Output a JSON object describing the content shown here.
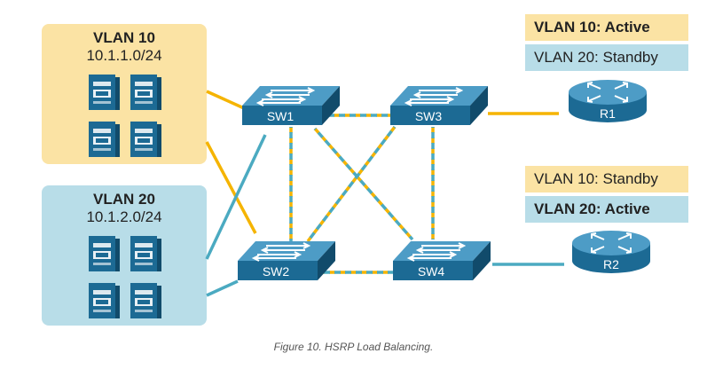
{
  "vlan10": {
    "title": "VLAN 10",
    "subnet": "10.1.1.0/24"
  },
  "vlan20": {
    "title": "VLAN 20",
    "subnet": "10.1.2.0/24"
  },
  "switches": {
    "sw1": "SW1",
    "sw2": "SW2",
    "sw3": "SW3",
    "sw4": "SW4"
  },
  "routers": {
    "r1": "R1",
    "r2": "R2"
  },
  "r1_status": {
    "vlan10": "VLAN 10: Active",
    "vlan20": "VLAN 20: Standby"
  },
  "r2_status": {
    "vlan10": "VLAN 10: Standby",
    "vlan20": "VLAN 20: Active"
  },
  "caption": "Figure 10. HSRP Load Balancing.",
  "colors": {
    "vlan10": "#fbe3a4",
    "vlan20": "#b8dde8",
    "yellow_link": "#f5b400",
    "blue_link": "#4baac1",
    "device": "#1c6a94"
  }
}
